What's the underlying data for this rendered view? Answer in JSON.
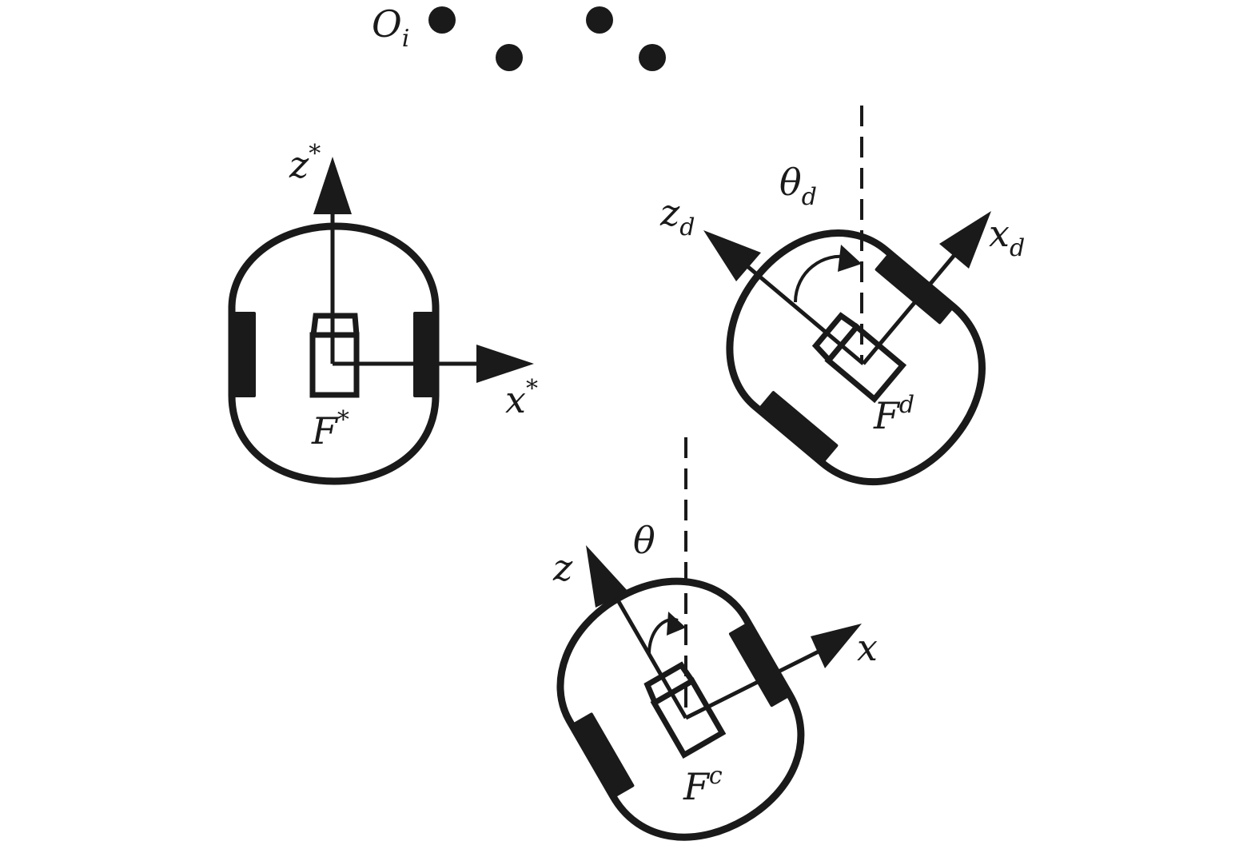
{
  "landmarks": {
    "label_main": "O",
    "label_sub": "i"
  },
  "reference_robot": {
    "frame_main": "F",
    "frame_sup": "*",
    "x_axis_main": "x",
    "x_axis_sup": "*",
    "z_axis_main": "z",
    "z_axis_sup": "*"
  },
  "desired_robot": {
    "frame_main": "F",
    "frame_sup": "d",
    "x_axis_main": "x",
    "x_axis_sub": "d",
    "z_axis_main": "z",
    "z_axis_sub": "d",
    "angle_main": "θ",
    "angle_sub": "d"
  },
  "current_robot": {
    "frame_main": "F",
    "frame_sup": "c",
    "x_axis_main": "x",
    "z_axis_main": "z",
    "angle_main": "θ"
  }
}
